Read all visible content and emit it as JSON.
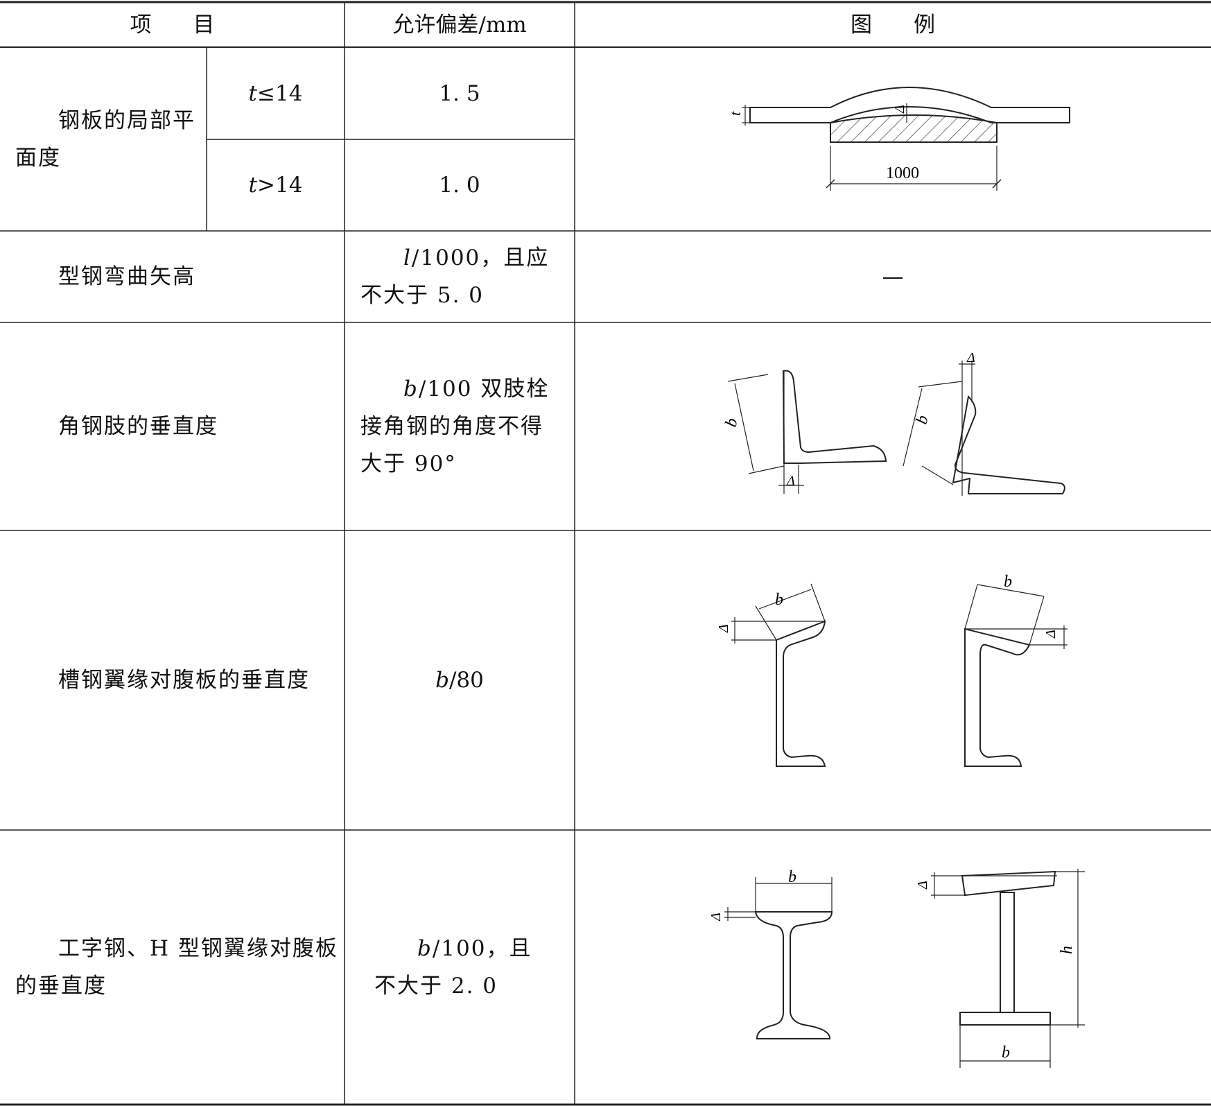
{
  "header": {
    "col_item_a": "项",
    "col_item_b": "目",
    "col_tolerance": "允许偏差/mm",
    "col_figure_a": "图",
    "col_figure_b": "例"
  },
  "rows": [
    {
      "item": "钢板的局部平面度",
      "sub": [
        {
          "cond_var": "t",
          "cond_rest": "≤14",
          "tolerance": "1. 5"
        },
        {
          "cond_var": "t",
          "cond_rest": ">14",
          "tolerance": "1. 0"
        }
      ],
      "figure_labels": {
        "dim_t": "t",
        "delta": "Δ",
        "span": "1000"
      }
    },
    {
      "item": "型钢弯曲矢高",
      "tolerance_var": "l",
      "tolerance_rest": "/1000，且应不大于 5. 0",
      "figure_text": "—"
    },
    {
      "item": "角钢肢的垂直度",
      "tolerance_var": "b",
      "tolerance_rest": "/100 双肢栓接角钢的角度不得大于 90°",
      "figure_labels": {
        "b": "b",
        "delta": "Δ"
      }
    },
    {
      "item": "槽钢翼缘对腹板的垂直度",
      "tolerance_var": "b",
      "tolerance_rest": "/80",
      "figure_labels": {
        "b": "b",
        "delta": "Δ"
      }
    },
    {
      "item": "工字钢、H 型钢翼缘对腹板的垂直度",
      "tolerance_var": "b",
      "tolerance_rest": "/100，且不大于 2. 0",
      "figure_labels": {
        "b": "b",
        "delta": "Δ",
        "h": "h"
      }
    }
  ]
}
